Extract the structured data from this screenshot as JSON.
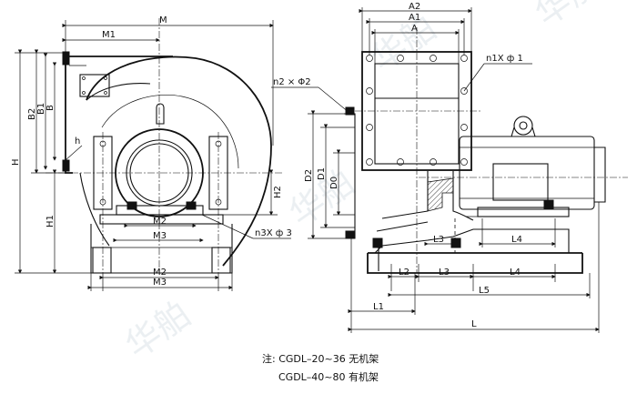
{
  "watermark": "华舶",
  "labels": {
    "M": "M",
    "M1": "M1",
    "H": "H",
    "B2": "B2",
    "B1": "B1",
    "B": "B",
    "h": "h",
    "H1": "H1",
    "H2": "H2",
    "M2_upper": "M2",
    "M3_upper": "M3",
    "M2_lower": "M2",
    "M3_lower": "M3",
    "n3": "n3X ф 3",
    "A2": "A2",
    "A1": "A1",
    "A": "A",
    "n1": "n1X ф 1",
    "n2": "n2 × Φ2",
    "D2": "D2",
    "D1": "D1",
    "D0": "D0",
    "L3_upper": "L3",
    "L4_upper": "L4",
    "L2": "L2",
    "L3_lower": "L3",
    "L4_lower": "L4",
    "L1": "L1",
    "L5": "L5",
    "L": "L"
  },
  "notes": {
    "line1": "注: CGDL–20~36 无机架",
    "line2": "CGDL–40~80 有机架"
  }
}
